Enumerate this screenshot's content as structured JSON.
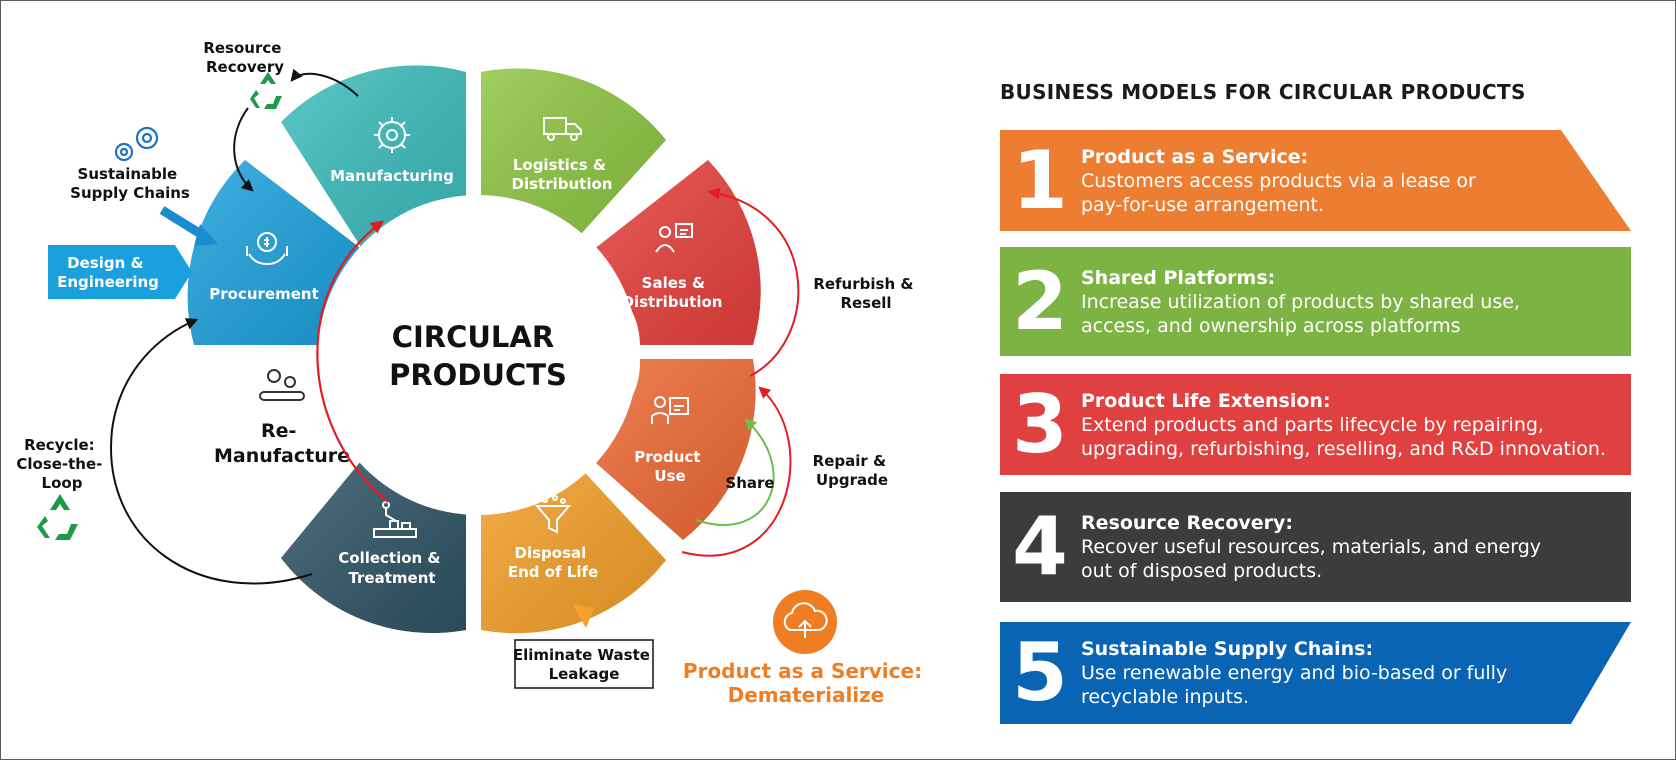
{
  "wheel": {
    "center_title": [
      "CIRCULAR",
      "PRODUCTS"
    ],
    "segments": [
      {
        "id": "manufacturing",
        "label": [
          "Manufacturing"
        ],
        "icon": "gear-wrench-icon",
        "color": "#3bbcbc"
      },
      {
        "id": "logistics",
        "label": [
          "Logistics &",
          "Distribution"
        ],
        "icon": "truck-icon",
        "color": "#8cc43f"
      },
      {
        "id": "sales",
        "label": [
          "Sales &",
          "Distribution"
        ],
        "icon": "salesperson-icon",
        "color": "#e8413c"
      },
      {
        "id": "product-use",
        "label": [
          "Product",
          "Use"
        ],
        "icon": "worker-screen-icon",
        "color": "#f06a35"
      },
      {
        "id": "disposal",
        "label": [
          "Disposal",
          "End of Life"
        ],
        "icon": "funnel-icon",
        "color": "#f5a028"
      },
      {
        "id": "collection",
        "label": [
          "Collection &",
          "Treatment"
        ],
        "icon": "robot-arm-icon",
        "color": "#2f5466"
      },
      {
        "id": "procurement",
        "label": [
          "Procurement"
        ],
        "icon": "hands-dollar-icon",
        "color": "#1aa0dc"
      }
    ],
    "remanufacture": {
      "label": [
        "Re-",
        "Manufacture"
      ],
      "icon": "gears-conveyor-icon"
    }
  },
  "flows": {
    "resource_recovery": [
      "Resource",
      "Recovery"
    ],
    "sustainable_supply": [
      "Sustainable",
      "Supply Chains"
    ],
    "design_engineering": [
      "Design &",
      "Engineering"
    ],
    "recycle": [
      "Recycle:",
      "Close-the-",
      "Loop"
    ],
    "refurbish": [
      "Refurbish &",
      "Resell"
    ],
    "repair": [
      "Repair &",
      "Upgrade"
    ],
    "share": "Share",
    "eliminate_waste": [
      "Eliminate Waste",
      "Leakage"
    ],
    "paas": [
      "Product as a Service:",
      "Dematerialize"
    ]
  },
  "business_models": {
    "title": "BUSINESS MODELS FOR CIRCULAR PRODUCTS",
    "items": [
      {
        "number": "1",
        "title": "Product as a Service:",
        "lines": [
          "Customers access products via a lease or",
          "pay-for-use arrangement."
        ],
        "color": "#ed7d31"
      },
      {
        "number": "2",
        "title": "Shared Platforms:",
        "lines": [
          "Increase utilization of products by shared use,",
          "access, and ownership across platforms"
        ],
        "color": "#7cb342"
      },
      {
        "number": "3",
        "title": "Product Life Extension:",
        "lines": [
          "Extend products and parts lifecycle by repairing,",
          "upgrading, refurbishing, reselling, and R&D innovation."
        ],
        "color": "#e04040"
      },
      {
        "number": "4",
        "title": "Resource Recovery:",
        "lines": [
          "Recover useful resources, materials, and energy",
          "out of disposed products."
        ],
        "color": "#3c3c3c"
      },
      {
        "number": "5",
        "title": "Sustainable Supply Chains:",
        "lines": [
          "Use renewable energy and bio-based or fully",
          "recyclable inputs."
        ],
        "color": "#0a64b4"
      }
    ]
  },
  "colors": {
    "cloud_circle": "#ef7d24",
    "paas_text": "#ef7d24",
    "recycle_green": "#1e9a46",
    "gear_blue": "#1a73c4",
    "loop_red": "#e21c24",
    "share_green": "#6cc04a"
  }
}
